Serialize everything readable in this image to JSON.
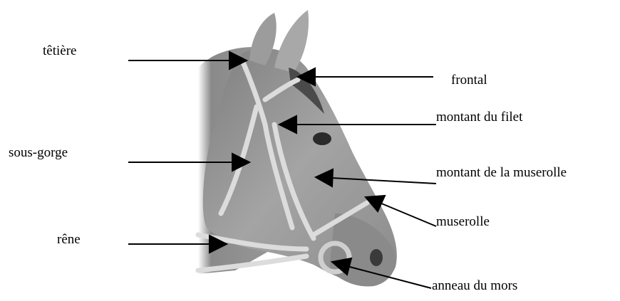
{
  "labels": {
    "tetiere": "têtière",
    "frontal": "frontal",
    "montant_filet": "montant du filet",
    "sous_gorge": "sous-gorge",
    "montant_muserolle": "montant de la muserolle",
    "muserolle": "muserolle",
    "rene": "rêne",
    "anneau_mors": "anneau du mors"
  },
  "colors": {
    "arrow": "#000000",
    "horse_dark": "#6e6e6e",
    "horse_mid": "#9a9a9a",
    "horse_light": "#c8c8c8",
    "leather": "#d8d8d8",
    "background": "#ffffff"
  },
  "illustration": "horse-head-with-bridle"
}
